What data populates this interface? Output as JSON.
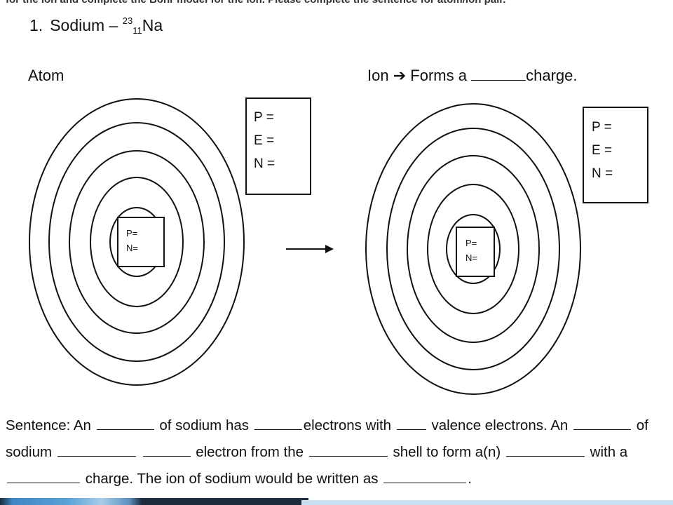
{
  "header": {
    "cut_text": "for the ion and complete the Bohr model for the ion. Please complete the sentence for atom/ion pair."
  },
  "problem": {
    "number": "1.",
    "element": "Sodium –",
    "mass_number": "23",
    "atomic_number": "11",
    "symbol": "Na"
  },
  "atom": {
    "label": "Atom",
    "box": {
      "p": "P =",
      "e": "E =",
      "n": "N ="
    },
    "nucleus": {
      "p": "P=",
      "n": "N="
    }
  },
  "ion": {
    "label_prefix": "Ion",
    "arrow_glyph": "➔",
    "label_middle": "Forms a",
    "label_suffix": "charge.",
    "box": {
      "p": "P =",
      "e": "E =",
      "n": "N ="
    },
    "nucleus": {
      "p": "P=",
      "n": "N="
    }
  },
  "sentence": {
    "l1_a": "Sentence:  An",
    "l1_b": "of sodium has",
    "l1_c": "electrons with",
    "l1_d": "valence electrons.  An",
    "l1_e": "of",
    "l2_a": "sodium",
    "l2_b": "electron from the",
    "l2_c": "shell to form a(n)",
    "l2_d": "with a",
    "l3_a": "charge. The ion of sodium would be written as",
    "l3_b": "."
  },
  "colors": {
    "line": "#111111",
    "footer_dark": "#1c2b3e",
    "footer_blue": "#5aa3d8",
    "footer_light": "#c9def0"
  }
}
